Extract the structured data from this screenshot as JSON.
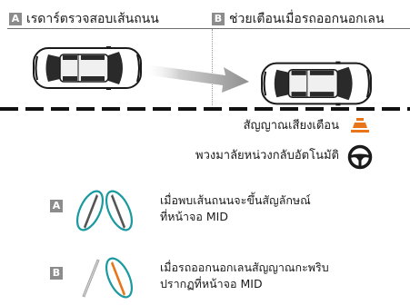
{
  "header": {
    "a_tag": "A",
    "a_label": "เรดาร์ตรวจสอบเส้นถนน",
    "b_tag": "B",
    "b_label": "ช่วยเตือนเมื่อรถออกนอกเลน"
  },
  "alerts": {
    "sound_label": "สัญญาณเสียงเตือน",
    "steering_label": "พวงมาลัยหน่วงกลับอัตโนมัติ"
  },
  "legend": {
    "a_tag": "A",
    "a_text_line1": "เมื่อพบเส้นถนนจะขึ้นสัญลักษณ์",
    "a_text_line2": "ที่หน้าจอ MID",
    "b_tag": "B",
    "b_text_line1": "เมื่อรถออกนอกเลนสัญญาณกะพริบ",
    "b_text_line2": "ปรากฏที่หน้าจอ MID"
  },
  "colors": {
    "lane_icon_teal": "#1a9aa0",
    "warning_orange": "#e8751a",
    "tag_gray": "#8c8c8c"
  }
}
